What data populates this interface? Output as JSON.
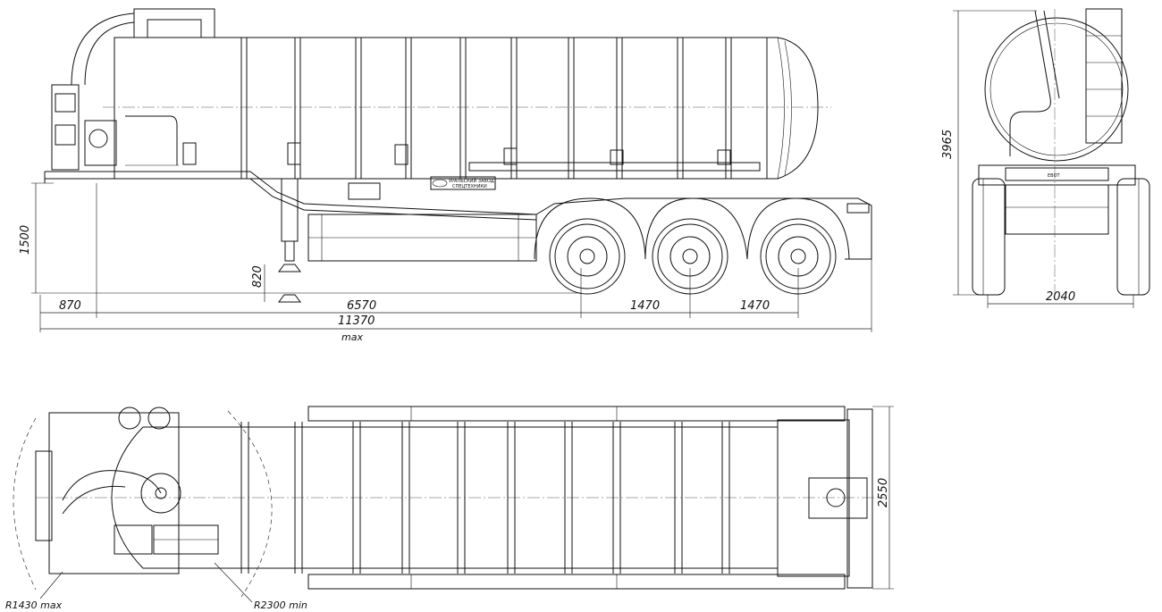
{
  "side_view": {
    "dim_overall": "11370",
    "dim_overall_note": "max",
    "dim_front": "870",
    "dim_wheelbase": "6570",
    "dim_axle_1": "1470",
    "dim_axle_2": "1470",
    "dim_height_coupling": "1500",
    "dim_height_leg": "820",
    "plate_line_1": "УРАЛЬСКИЙ ЗАВОД",
    "plate_line_2": "СПЕЦТЕХНИКИ"
  },
  "rear_view": {
    "dim_height": "3965",
    "dim_track": "2040",
    "badge": "ЕВОТ"
  },
  "top_view": {
    "dim_width": "2550",
    "radius_front": "R1430 max",
    "radius_swing": "R2300 min"
  }
}
